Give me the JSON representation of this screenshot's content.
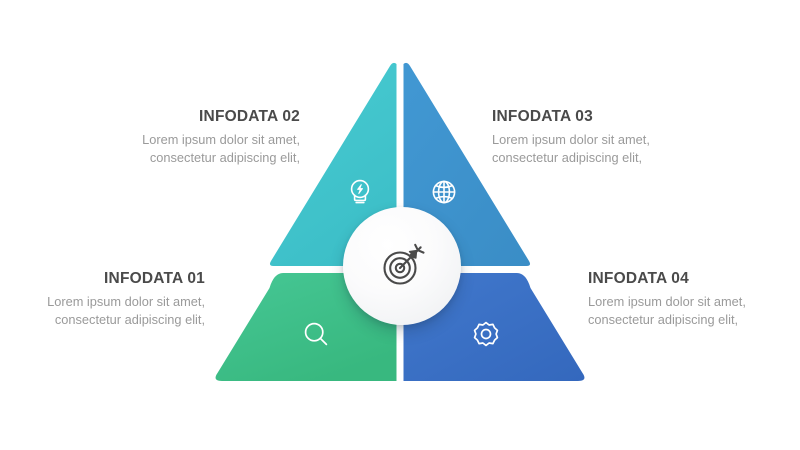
{
  "infographic": {
    "type": "pyramid-segment-infographic",
    "segments": [
      {
        "id": "01",
        "title": "INFODATA 01",
        "description": "Lorem ipsum dolor sit amet, consectetur adipiscing elit,",
        "color": "#3dc088",
        "icon": "magnifier-icon",
        "position": "bottom-left",
        "text_align": "right"
      },
      {
        "id": "02",
        "title": "INFODATA 02",
        "description": "Lorem ipsum dolor sit amet, consectetur adipiscing elit,",
        "color": "#43c6cd",
        "icon": "lightbulb-idea-icon",
        "position": "top-left",
        "text_align": "right"
      },
      {
        "id": "03",
        "title": "INFODATA 03",
        "description": "Lorem ipsum dolor sit amet, consectetur adipiscing elit,",
        "color": "#3d92cd",
        "icon": "globe-icon",
        "position": "top-right",
        "text_align": "left"
      },
      {
        "id": "04",
        "title": "INFODATA 04",
        "description": "Lorem ipsum dolor sit amet, consectetur adipiscing elit,",
        "color": "#3a6fc4",
        "icon": "gear-icon",
        "position": "bottom-right",
        "text_align": "left"
      }
    ],
    "center": {
      "icon": "target-arrow-icon",
      "background": "#f3f4f6"
    },
    "colors": {
      "background": "#ffffff",
      "title_text": "#4a4a4a",
      "body_text": "#9a9a9a",
      "icon_stroke": "#ffffff",
      "center_icon_stroke": "#4a4a4a"
    }
  }
}
